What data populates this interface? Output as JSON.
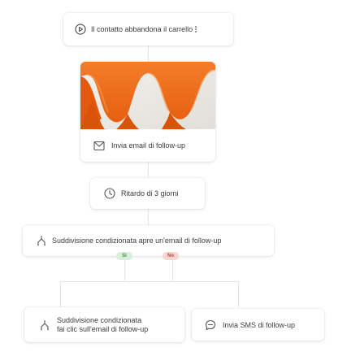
{
  "flow": {
    "trigger": {
      "label": "Il contatto abbandona il carrello",
      "icon": "play-circle-icon"
    },
    "email": {
      "label": "Invia email di follow-up",
      "icon": "mail-icon",
      "image": {
        "subject": "orange fabric",
        "color": "#f26f1d"
      }
    },
    "delay": {
      "label": "Ritardo di 3 giorni",
      "icon": "clock-icon"
    },
    "split1": {
      "label": "Suddivisione condizionata apre un'email di follow-up",
      "icon": "split-icon",
      "yes_label": "Sì",
      "no_label": "No"
    },
    "split2": {
      "line1": "Suddivisione condizionata",
      "line2": "fai clic sull'email di follow-up",
      "icon": "split-icon"
    },
    "sms": {
      "label": "Invia SMS di follow-up",
      "icon": "sms-icon"
    }
  },
  "colors": {
    "yes_bg": "#d9efd9",
    "yes_fg": "#4a8a4a",
    "no_bg": "#f8d4cf",
    "no_fg": "#b4473a",
    "accent": "#f26f1d"
  }
}
